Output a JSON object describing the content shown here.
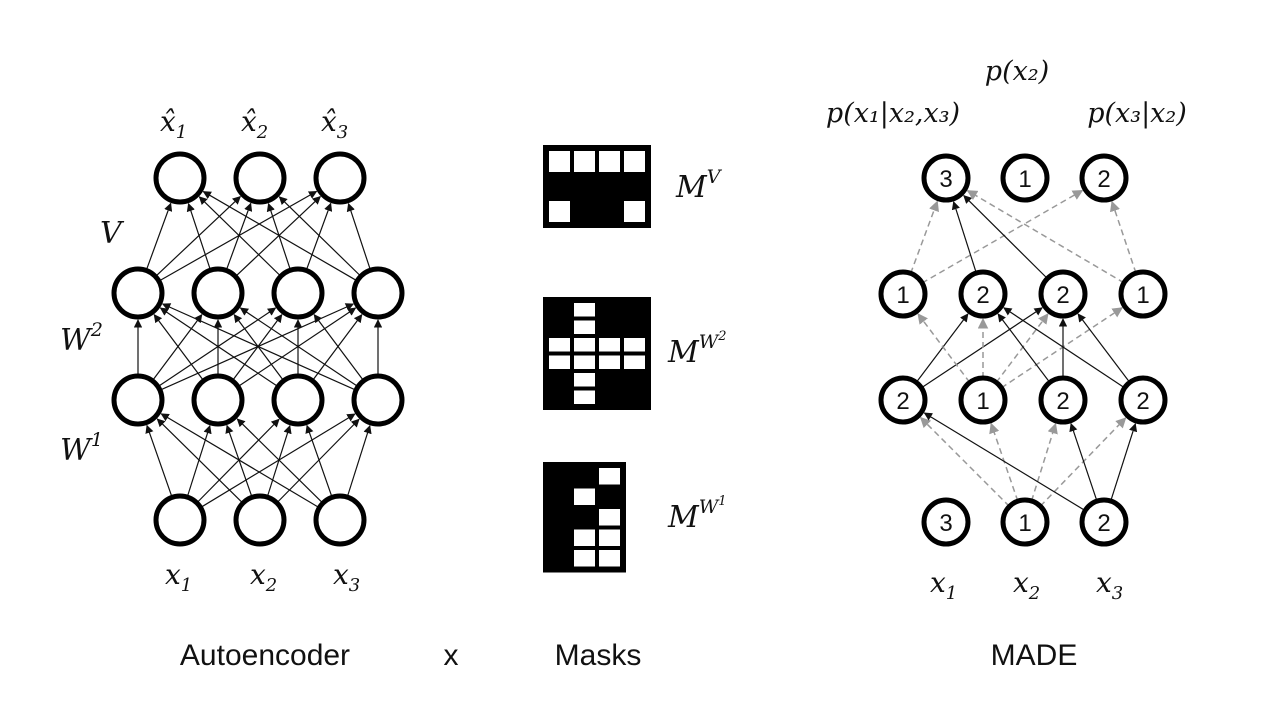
{
  "captions": {
    "autoencoder": "Autoencoder",
    "times": "x",
    "masks": "Masks",
    "made": "MADE"
  },
  "autoencoder": {
    "outputs": [
      {
        "base": "x̂",
        "sub": "1"
      },
      {
        "base": "x̂",
        "sub": "2"
      },
      {
        "base": "x̂",
        "sub": "3"
      }
    ],
    "inputs": [
      {
        "base": "x",
        "sub": "1"
      },
      {
        "base": "x",
        "sub": "2"
      },
      {
        "base": "x",
        "sub": "3"
      }
    ],
    "weight_labels": {
      "v": "V",
      "w2": {
        "base": "W",
        "sup": "2"
      },
      "w1": {
        "base": "W",
        "sup": "1"
      }
    }
  },
  "masks": {
    "labels": {
      "mv": {
        "base": "M",
        "sup": "V"
      },
      "mw2": {
        "base": "M",
        "sup": "W",
        "supsup": "2"
      },
      "mw1": {
        "base": "M",
        "sup": "W",
        "supsup": "1"
      }
    },
    "mv": [
      [
        1,
        1,
        1,
        1
      ],
      [
        0,
        0,
        0,
        0
      ],
      [
        1,
        0,
        0,
        1
      ]
    ],
    "mw2": [
      [
        0,
        1,
        0,
        0
      ],
      [
        0,
        1,
        0,
        0
      ],
      [
        1,
        1,
        1,
        1
      ],
      [
        1,
        1,
        1,
        1
      ],
      [
        0,
        1,
        0,
        0
      ],
      [
        0,
        1,
        0,
        0
      ]
    ],
    "mw1": [
      [
        0,
        0,
        1
      ],
      [
        0,
        1,
        0
      ],
      [
        0,
        0,
        1
      ],
      [
        0,
        1,
        1
      ],
      [
        0,
        1,
        1
      ]
    ]
  },
  "made": {
    "output_numbers": [
      "3",
      "1",
      "2"
    ],
    "hidden2_numbers": [
      "1",
      "2",
      "2",
      "1"
    ],
    "hidden1_numbers": [
      "2",
      "1",
      "2",
      "2"
    ],
    "input_numbers": [
      "3",
      "1",
      "2"
    ],
    "inputs": [
      {
        "base": "x",
        "sub": "1"
      },
      {
        "base": "x",
        "sub": "2"
      },
      {
        "base": "x",
        "sub": "3"
      }
    ],
    "cond_labels": {
      "p2": "p(x₂)",
      "p1": "p(x₁|x₂,x₃)",
      "p3": "p(x₃|x₂)"
    }
  }
}
